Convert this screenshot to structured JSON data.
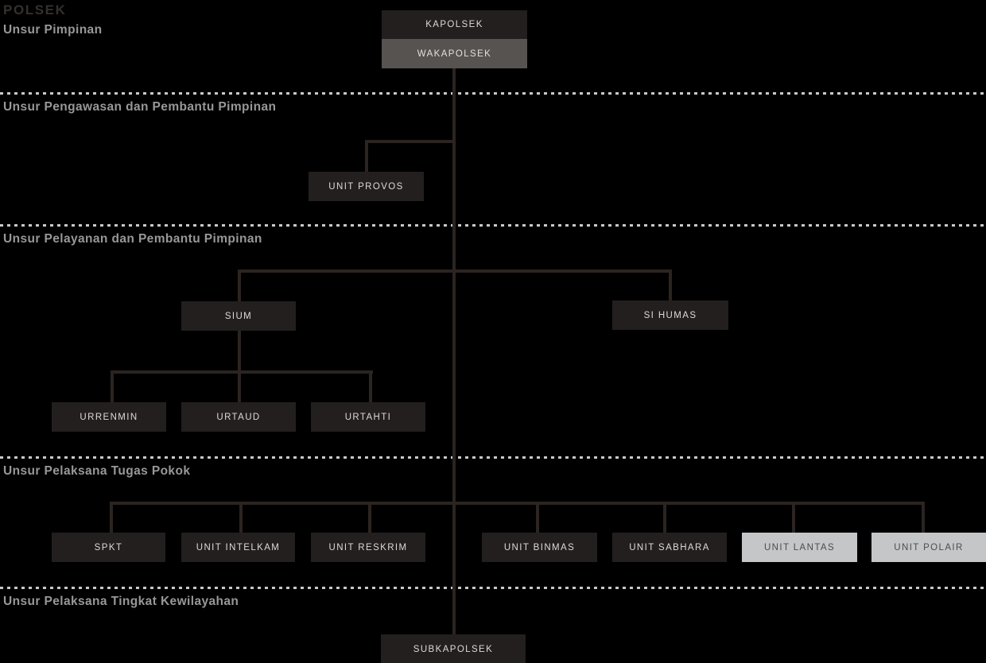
{
  "header": {
    "title": "POLSEK"
  },
  "sections": [
    {
      "label": "Unsur Pimpinan"
    },
    {
      "label": "Unsur Pengawasan dan Pembantu Pimpinan"
    },
    {
      "label": "Unsur Pelayanan dan Pembantu Pimpinan"
    },
    {
      "label": "Unsur Pelaksana Tugas Pokok"
    },
    {
      "label": "Unsur Pelaksana Tingkat Kewilayahan"
    }
  ],
  "nodes": {
    "kapolsek": {
      "label": "KAPOLSEK",
      "variant": "dark"
    },
    "wakapolsek": {
      "label": "WAKAPOLSEK",
      "variant": "gray"
    },
    "unit_provos": {
      "label": "UNIT PROVOS",
      "variant": "dark"
    },
    "sium": {
      "label": "SIUM",
      "variant": "dark"
    },
    "si_humas": {
      "label": "SI HUMAS",
      "variant": "dark"
    },
    "urrenmin": {
      "label": "URRENMIN",
      "variant": "dark"
    },
    "urtaud": {
      "label": "URTAUD",
      "variant": "dark"
    },
    "urtahti": {
      "label": "URTAHTI",
      "variant": "dark"
    },
    "spkt": {
      "label": "SPKT",
      "variant": "dark"
    },
    "unit_intelkam": {
      "label": "UNIT INTELKAM",
      "variant": "dark"
    },
    "unit_reskrim": {
      "label": "UNIT RESKRIM",
      "variant": "dark"
    },
    "unit_binmas": {
      "label": "UNIT BINMAS",
      "variant": "dark"
    },
    "unit_sabhara": {
      "label": "UNIT SABHARA",
      "variant": "dark"
    },
    "unit_lantas": {
      "label": "UNIT LANTAS",
      "variant": "light"
    },
    "unit_polair": {
      "label": "UNIT POLAIR",
      "variant": "light"
    },
    "subkapolsek": {
      "label": "SUBKAPOLSEK",
      "variant": "dark"
    }
  },
  "hierarchy_edges": [
    {
      "from": "KAPOLSEK",
      "to": "WAKAPOLSEK"
    },
    {
      "from": "WAKAPOLSEK",
      "to": "UNIT PROVOS"
    },
    {
      "from": "WAKAPOLSEK",
      "to": "SIUM"
    },
    {
      "from": "WAKAPOLSEK",
      "to": "SI HUMAS"
    },
    {
      "from": "SIUM",
      "to": "URRENMIN"
    },
    {
      "from": "SIUM",
      "to": "URTAUD"
    },
    {
      "from": "SIUM",
      "to": "URTAHTI"
    },
    {
      "from": "WAKAPOLSEK",
      "to": "SPKT"
    },
    {
      "from": "WAKAPOLSEK",
      "to": "UNIT INTELKAM"
    },
    {
      "from": "WAKAPOLSEK",
      "to": "UNIT RESKRIM"
    },
    {
      "from": "WAKAPOLSEK",
      "to": "UNIT BINMAS"
    },
    {
      "from": "WAKAPOLSEK",
      "to": "UNIT SABHARA"
    },
    {
      "from": "WAKAPOLSEK",
      "to": "UNIT LANTAS"
    },
    {
      "from": "WAKAPOLSEK",
      "to": "UNIT POLAIR"
    },
    {
      "from": "WAKAPOLSEK",
      "to": "SUBKAPOLSEK"
    }
  ],
  "colors": {
    "background": "#000000",
    "node_dark": "#231f1e",
    "node_gray": "#565350",
    "node_light": "#c5c6c7",
    "node_dark_text": "#dcdad8",
    "node_light_text": "#4e4c4c",
    "connector_line": "#2b2421",
    "dashed_divider": "#cbc9c7",
    "section_label_text": "#989898",
    "title_text": "#35302c"
  }
}
